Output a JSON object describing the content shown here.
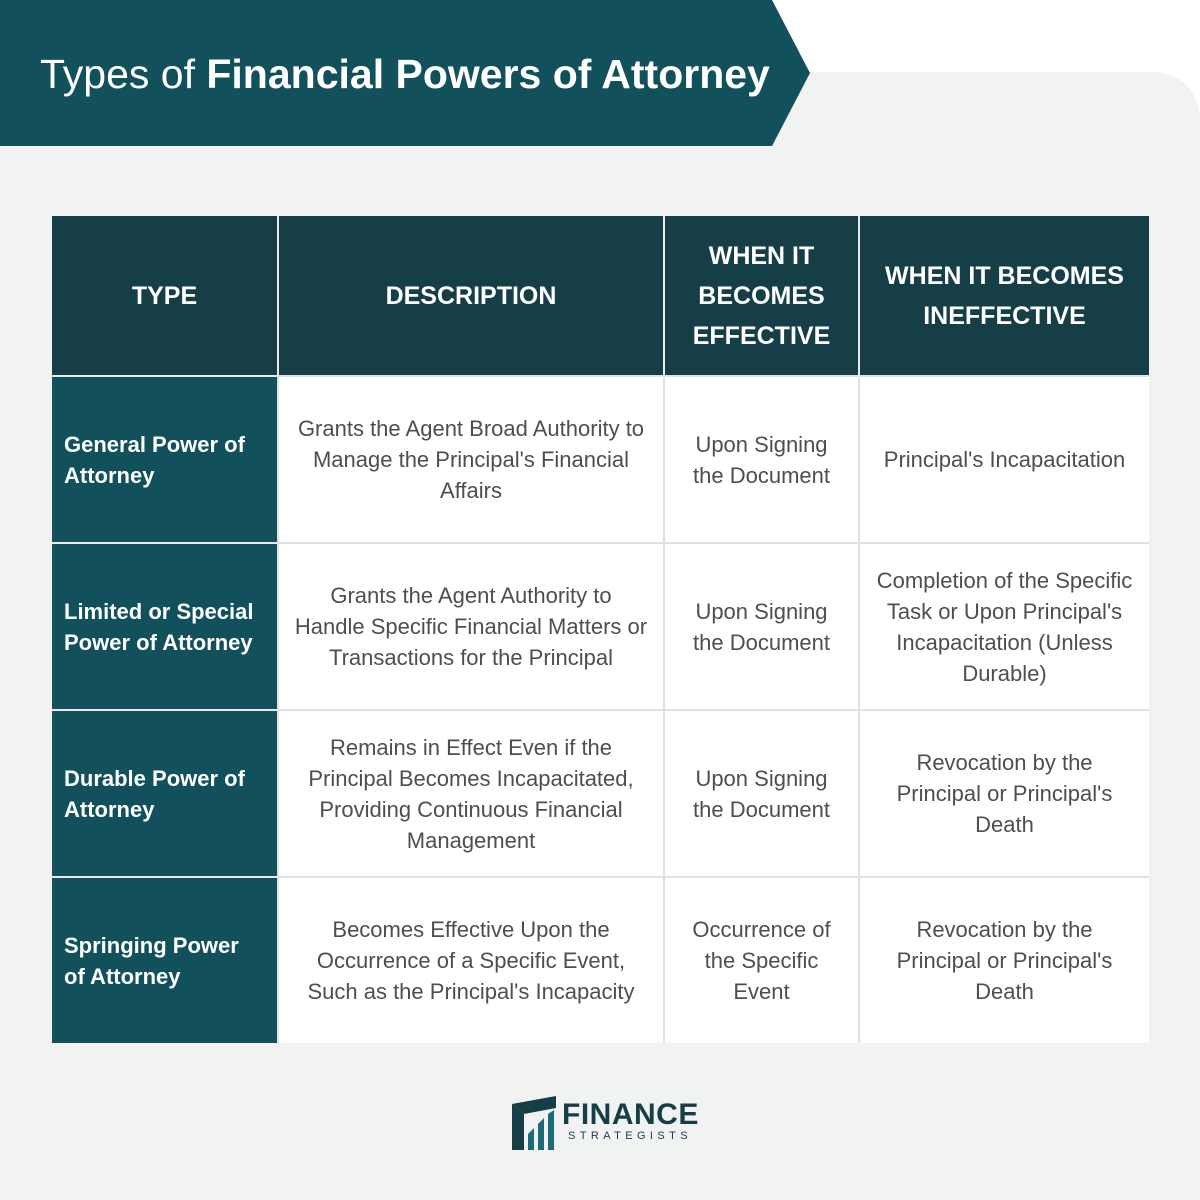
{
  "header": {
    "title_light": "Types of ",
    "title_bold": "Financial Powers of Attorney"
  },
  "table": {
    "columns": [
      "TYPE",
      "DESCRIPTION",
      "WHEN IT BECOMES EFFECTIVE",
      "WHEN IT BECOMES INEFFECTIVE"
    ],
    "rows": [
      {
        "type": "General Power of Attorney",
        "description": "Grants the Agent Broad Authority to Manage the Principal's Financial Affairs",
        "effective": "Upon Signing the Document",
        "ineffective": "Principal's Incapacitation"
      },
      {
        "type": "Limited or Special Power of Attorney",
        "description": "Grants the Agent Authority to Handle Specific Financial Matters or Transactions for the Principal",
        "effective": "Upon Signing the Document",
        "ineffective": "Completion of the Specific Task or Upon Principal's Incapacitation (Unless Durable)"
      },
      {
        "type": "Durable Power of Attorney",
        "description": "Remains in Effect Even if the Principal Becomes Incapacitated, Providing Continuous Financial Management",
        "effective": "Upon Signing the Document",
        "ineffective": "Revocation by the Principal or Principal's Death"
      },
      {
        "type": "Springing Power of Attorney",
        "description": "Becomes Effective Upon the Occurrence of a Specific Event, Such as the Principal's Incapacity",
        "effective": "Occurrence of the Specific Event",
        "ineffective": "Revocation by the Principal or Principal's Death"
      }
    ]
  },
  "logo": {
    "name": "FINANCE",
    "sub": "STRATEGISTS",
    "icon": "finance-strategists-logo-mark"
  },
  "colors": {
    "banner": "#12505c",
    "header_row": "#163e47",
    "type_column": "#12505c",
    "background": "#f1f2f2",
    "body_text": "#4b4f52"
  }
}
